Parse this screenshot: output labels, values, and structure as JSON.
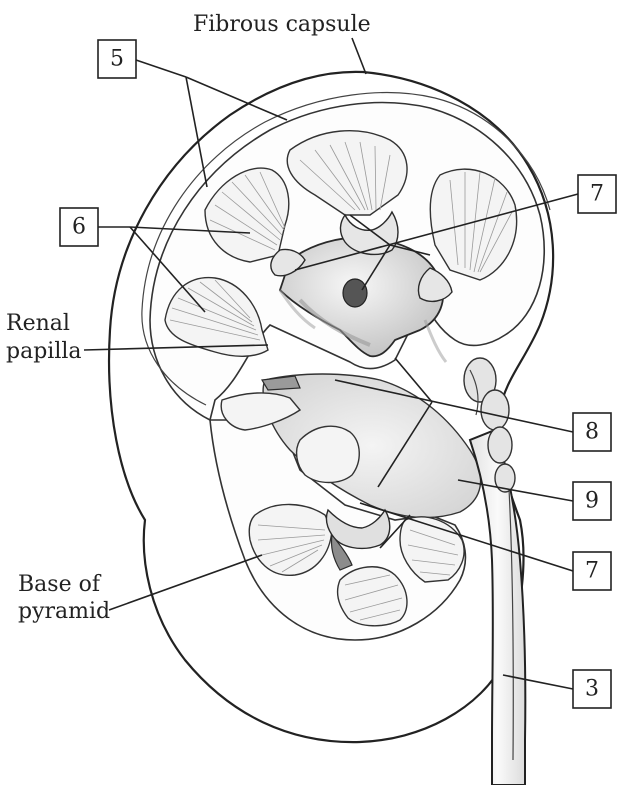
{
  "labels": {
    "fibrous_capsule": "Fibrous capsule",
    "renal_papilla_line1": "Renal",
    "renal_papilla_line2": "papilla",
    "base_of_pyramid_line1": "Base of",
    "base_of_pyramid_line2": "pyramid"
  },
  "callouts": {
    "c5": "5",
    "c6": "6",
    "c7_top": "7",
    "c8": "8",
    "c9": "9",
    "c7_bottom": "7",
    "c3": "3"
  },
  "colors": {
    "line": "#222222",
    "cortex": "#fbfbfb",
    "sinus": "#ececec",
    "pyramid": "#f4f4f4",
    "shadow": "#b9b9b9",
    "dark": "#777777"
  }
}
